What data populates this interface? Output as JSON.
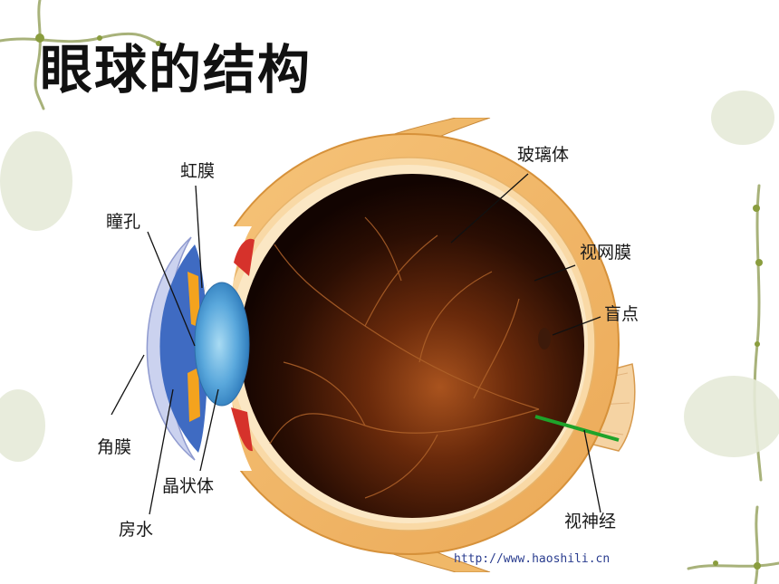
{
  "title": "眼球的结构",
  "labels": {
    "iris": "虹膜",
    "pupil": "瞳孔",
    "cornea": "角膜",
    "aqueous_humor": "房水",
    "lens": "晶状体",
    "vitreous": "玻璃体",
    "retina": "视网膜",
    "blind_spot": "盲点",
    "optic_nerve": "视神经"
  },
  "watermark": "http://www.haoshili.cn",
  "colors": {
    "sclera": "#f2b763",
    "sclera_edge": "#d6913a",
    "interior": "#3a1505",
    "cornea_blue": "#3f6bc2",
    "lens_blue": "#5aa8dc",
    "optic_green": "#1ea32a",
    "vine_green": "#8a9d3e"
  }
}
